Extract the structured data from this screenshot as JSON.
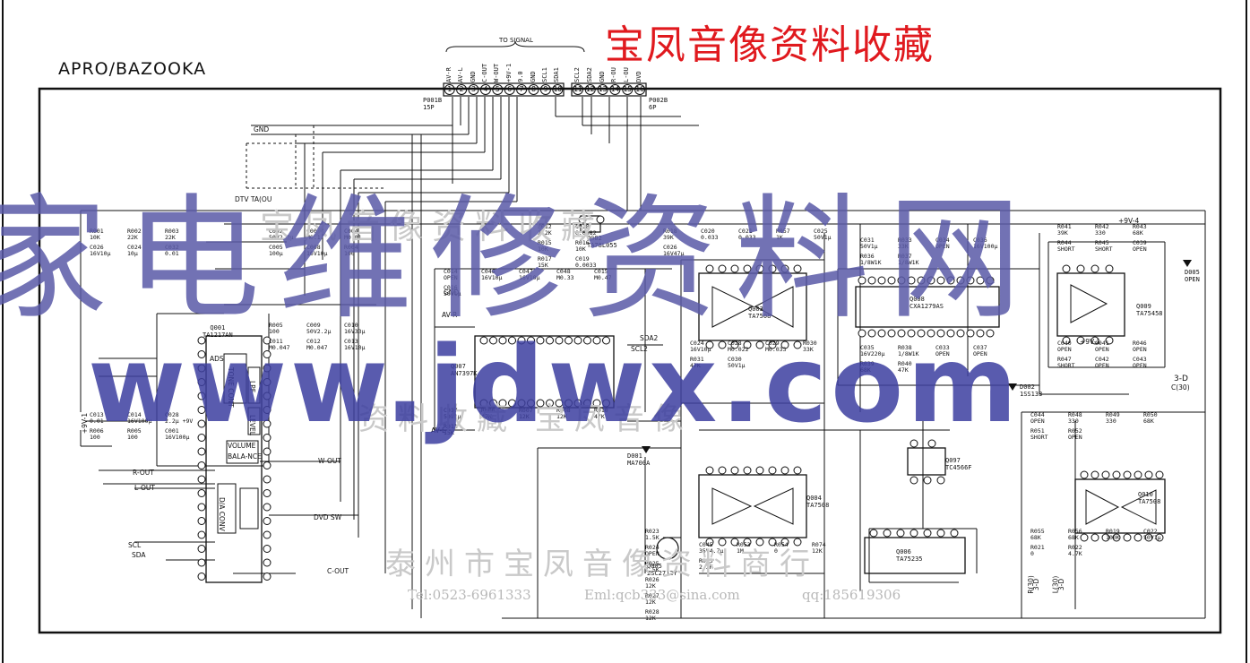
{
  "header": {
    "title_cn": "宝凤音像资料收藏",
    "model": "APRO/BAZOOKA",
    "to_signal": "TO SIGNAL"
  },
  "connector": {
    "p001b_name": "P001B",
    "p001b_type": "15P",
    "p002b_name": "P002B",
    "p002b_type": "6P",
    "pins_a": [
      "AV-R",
      "AV-L",
      "GND",
      "C-OUT",
      "W-OUT",
      "+9V-1",
      "9.0",
      "GND",
      "SCL1",
      "SDA1"
    ],
    "pins_b": [
      "SCL2",
      "SDA2",
      "GND",
      "R-OU",
      "L-OU",
      "DVD"
    ],
    "numbers_a": [
      "1",
      "2",
      "3",
      "4",
      "5",
      "6",
      "7",
      "8",
      "9",
      "10"
    ],
    "numbers_b": [
      "11",
      "12",
      "13",
      "14",
      "15",
      "16"
    ]
  },
  "components": {
    "q001": "Q001\nTA1217AN",
    "q007": "Q007\nAN7397K",
    "q002": "Q002\nTA78L055",
    "q003": "Q003\nTA7508",
    "q008": "Q008\nCXA1279AS",
    "q009": "Q009\nTA75458",
    "q004": "Q004\nTA7508",
    "q006": "Q006\nTA75235",
    "q005": "Q005\n2SC2712Y",
    "q010": "Q010\nTA7508",
    "q097": "Q097\nTC4566F",
    "d002": "D002\n1SS133",
    "d001": "D001\nMA700A",
    "d005": "D005\nOPEN"
  },
  "block_labels": [
    "ADS",
    "TONE CONT",
    "LPF",
    "LEVEL",
    "VOLUME",
    "BALA-NCE",
    "D/A CONV"
  ],
  "labels": {
    "dtv": "DTV TA(OU",
    "gnd": "GND",
    "av_r": "AV-R",
    "av_l": "AV-L",
    "plus9v1": "+9V-1",
    "plus9v4": "+9V-4",
    "r_out": "R-OUT",
    "l_out": "L-OUT",
    "w_out": "W-OUT",
    "c_out": "C-OUT",
    "dvd_sw": "DVD SW",
    "sda2": "SDA2",
    "scl2": "SCL2",
    "sda": "SDA",
    "scl": "SCL",
    "three_d": "3-D",
    "c130": "C(30)",
    "r130": "R(30)",
    "l130": "L(30)",
    "open": "OPEN",
    "short": "SHORT"
  },
  "parts": [
    "R001\n10K",
    "R002\n22K",
    "R003\n22K",
    "C026\n16V10μ",
    "C024\n10μ",
    "C032\n0.01",
    "C013\n0.01",
    "C014\n16V100μ",
    "C028\n2.2μ +9V",
    "R006\n100",
    "R005\n100",
    "C001\n16V100μ",
    "C002\n50V2.2μ",
    "C003\nM0.1",
    "C004\nM0.01",
    "C005\n100μ",
    "C008\n16V10μ",
    "R004\n100",
    "R005\n100",
    "C009\n50V2.2μ",
    "C010\n16V33μ",
    "C011\nM0.047",
    "C012\nM0.047",
    "C013\n16V10μ",
    "C014\nOPEN",
    "C046\n16V10μ",
    "C047\n16V10μ",
    "C048\nM0.33",
    "C015\nM0.47",
    "C016\n50V1μ",
    "C017\n50V1μ",
    "R006\n47K",
    "R007\n12K",
    "R008\n12K",
    "R010\n47K",
    "R011\n15K",
    "R012\n2.2K",
    "C018\n0.0082",
    "R015\n10K",
    "R016\n10K",
    "R017\n15K",
    "C019\n0.0033",
    "R018\n39K",
    "C020\n0.033",
    "C021\n0.033",
    "R057\n1K",
    "C025\n50V1μ",
    "C026\n16V47μ",
    "C024\n16V10μ",
    "C028\nM0.022",
    "C029\nM0.033",
    "R030\n33K",
    "R031\n47K",
    "C030\n50V1μ",
    "C031\n50V1μ",
    "R033\n33K",
    "C034\nOPEN",
    "C036\n16V100μ",
    "R036\n1/8W1K",
    "R037\n1/8W1K",
    "C035\n16V220μ",
    "R038\n1/8W1K",
    "C033\nOPEN",
    "C037\nOPEN",
    "R039\n68K",
    "R040\n47K",
    "R041\n39K",
    "R042\n330",
    "R043\n68K",
    "R044\nSHORT",
    "R045\nSHORT",
    "C039\nOPEN",
    "C040\nOPEN",
    "C041\nOPEN",
    "R046\nOPEN",
    "R047\nSHORT",
    "C042\nOPEN",
    "C043\nOPEN",
    "C044\nOPEN",
    "R048\n330",
    "R049\n330",
    "R050\n68K",
    "R051\nSHORT",
    "R052\nOPEN",
    "R055\n68K",
    "R056\n68K",
    "R019\n100K",
    "C022\n50V1μ",
    "R021\n0",
    "R022\n4.7K",
    "R023\n1.5K",
    "R024\nOPEN",
    "R025\n1.5K",
    "R026\n12K",
    "R027\n12K",
    "R028\n12K",
    "C045\n35V4.7μ",
    "R053\n1M",
    "R054\n0",
    "R074\n12K",
    "R013\n2.2K"
  ],
  "watermarks": {
    "big_cn": "家电维修资料网",
    "url": "www.jdwx.com",
    "faint_top": "宝凤音像资料收藏",
    "faint_mid": "资料收藏 宝凤音像",
    "faint_bottom": "泰州市宝凤音像资料商行",
    "tel": "Tel:0523-6961333",
    "email": "Eml:qcb333@sina.com",
    "qq": "qq:185619306"
  },
  "colors": {
    "title_red": "#e0191e",
    "watermark_blue": "#5a5aa8",
    "url_blue": "#3d3fa0",
    "line": "#111111",
    "faint": "#c9c9c9"
  }
}
